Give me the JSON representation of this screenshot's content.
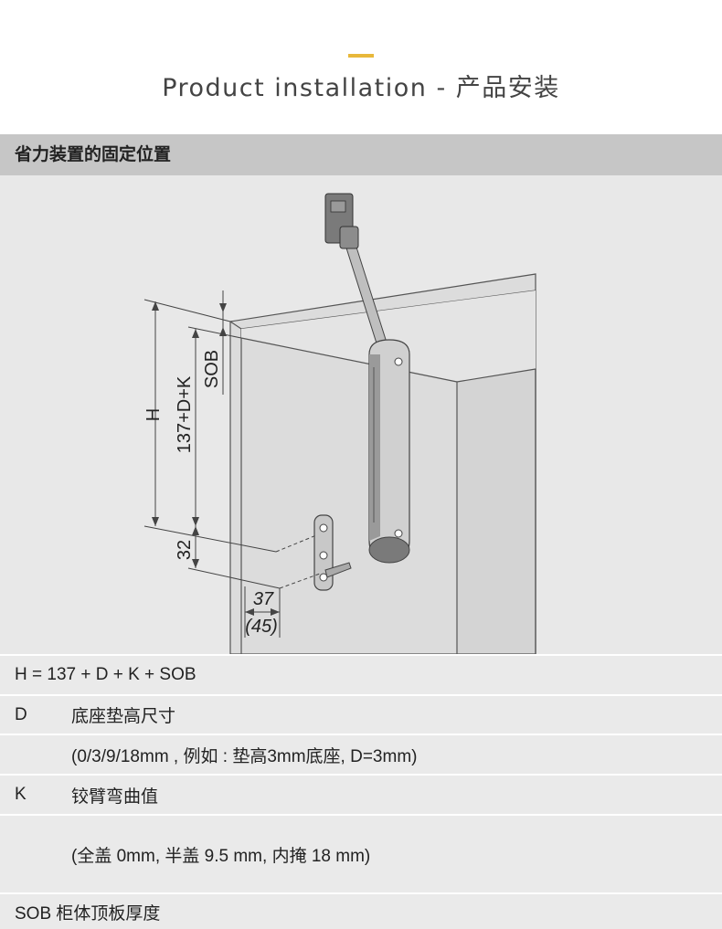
{
  "header": {
    "title": "Product installation - 产品安装",
    "accent_color": "#e8b83a"
  },
  "section": {
    "title": "省力装置的固定位置"
  },
  "diagram": {
    "labels": {
      "h": "H",
      "total": "137+D+K",
      "sob": "SOB",
      "offset_32": "32",
      "offset_37": "37",
      "offset_45": "(45)"
    }
  },
  "specs": {
    "formula": "H = 137 + D + K + SOB",
    "d_key": "D",
    "d_label": "底座垫高尺寸",
    "d_note": "(0/3/9/18mm , 例如 : 垫高3mm底座, D=3mm)",
    "k_key": "K",
    "k_label": "铰臂弯曲值",
    "k_note": "(全盖 0mm, 半盖 9.5 mm, 内掩 18 mm)",
    "sob_label": "SOB 柜体顶板厚度"
  }
}
